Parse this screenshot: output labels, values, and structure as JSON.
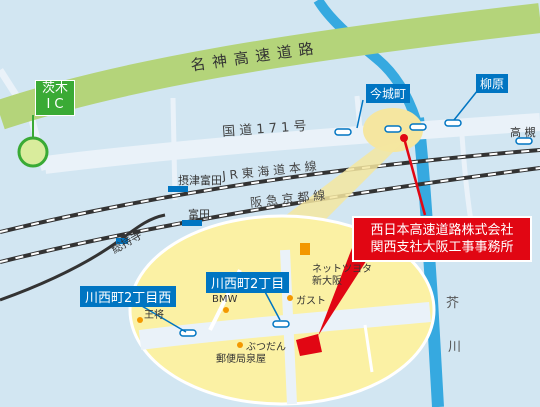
{
  "map": {
    "colors": {
      "water": "#d2e6f2",
      "river": "#36a9e0",
      "expressway": "#b4d47a",
      "road": "#eaf2f9",
      "inset_land": "#fbf1a4",
      "highlight": "#f5e6a0",
      "callout_red": "#e10613",
      "box_green": "#3aaa35",
      "box_blue": "#0075c2",
      "poi_orange": "#f39800"
    },
    "expressway": {
      "name": "名 神 高 速 道 路"
    },
    "interchange": {
      "line1": "茨木",
      "line2": "I C"
    },
    "national_road": {
      "name": "国 道 1 7 1 号"
    },
    "rail_lines": [
      {
        "name": "J R 東 海 道 本 線"
      },
      {
        "name": "阪 急 京 都 線"
      }
    ],
    "stations": [
      "摂津富田",
      "富田",
      "総持寺"
    ],
    "intersections": {
      "imashiro": "今城町",
      "yanagihara": "柳原",
      "takatsuki": "高 槻",
      "kawanishi2": "川西町2丁目",
      "kawanishi2_west": "川西町2丁目西"
    },
    "river": {
      "name_1": "芥",
      "name_2": "川"
    },
    "pois": {
      "toyota": "ネットツヨタ\n新大阪",
      "gust": "ガスト",
      "bmw": "BMW",
      "ohsho": "王将",
      "post": "郵便局",
      "butsudan": "ぶつだん\n泉屋"
    },
    "company": {
      "line1": "西日本高速道路株式会社",
      "line2": "関西支社大阪工事事務所"
    }
  }
}
